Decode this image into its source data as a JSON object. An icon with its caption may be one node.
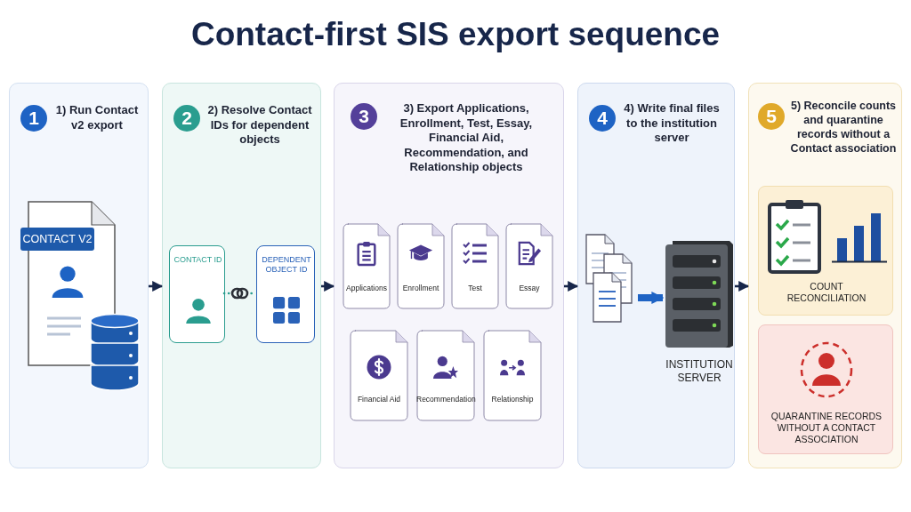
{
  "diagram": {
    "title": "Contact-first SIS export sequence",
    "nodes": [
      {
        "text": [
          "1",
          "1) Run Contact v2 export"
        ]
      },
      {
        "text": [
          "2",
          "2) Resolve Contact IDs for dependent objects"
        ]
      },
      {
        "text": [
          "3",
          "3) Export Applications, Enrollment, Test, Essay, Financial Aid, Recommendation, and Relationship objects"
        ]
      },
      {
        "text": [
          "4",
          "4) Write final files to the institution server"
        ]
      },
      {
        "text": [
          "5",
          "5) Reconcile counts and quarantine records without a Contact association"
        ]
      },
      {
        "text": [
          "CONTACT V2"
        ],
        "in": 0
      },
      {
        "text": [
          "CONTACT ID"
        ],
        "in": 1
      },
      {
        "text": [
          "DEPENDENT OBJECT ID"
        ],
        "in": 1
      },
      {
        "text": [
          "Applications"
        ],
        "in": 2
      },
      {
        "text": [
          "Enrollment"
        ],
        "in": 2
      },
      {
        "text": [
          "Test"
        ],
        "in": 2
      },
      {
        "text": [
          "Essay"
        ],
        "in": 2
      },
      {
        "text": [
          "Financial Aid"
        ],
        "in": 2
      },
      {
        "text": [
          "Recommendation"
        ],
        "in": 2
      },
      {
        "text": [
          "Relationship"
        ],
        "in": 2
      },
      {
        "text": [],
        "shape": "document",
        "in": 3
      },
      {
        "text": [
          "INSTITUTION SERVER"
        ],
        "in": 3
      },
      {
        "text": [
          "COUNT RECONCILIATION"
        ],
        "in": 4
      },
      {
        "text": [
          "QUARANTINE RECORDS WITHOUT A CONTACT ASSOCIATION"
        ],
        "in": 4
      }
    ],
    "edges": [
      {
        "from": 0,
        "to": 1,
        "arrow": "to"
      },
      {
        "from": 1,
        "to": 2,
        "arrow": "to"
      },
      {
        "from": 2,
        "to": 3,
        "arrow": "to"
      },
      {
        "from": 3,
        "to": 4,
        "arrow": "to"
      },
      {
        "from": 6,
        "to": 7,
        "arrow": "none",
        "style": "dashed",
        "color": "#2a9d8f"
      },
      {
        "from": 15,
        "to": 16,
        "arrow": "to",
        "style": "thick",
        "color": "#1e63c4"
      }
    ]
  }
}
